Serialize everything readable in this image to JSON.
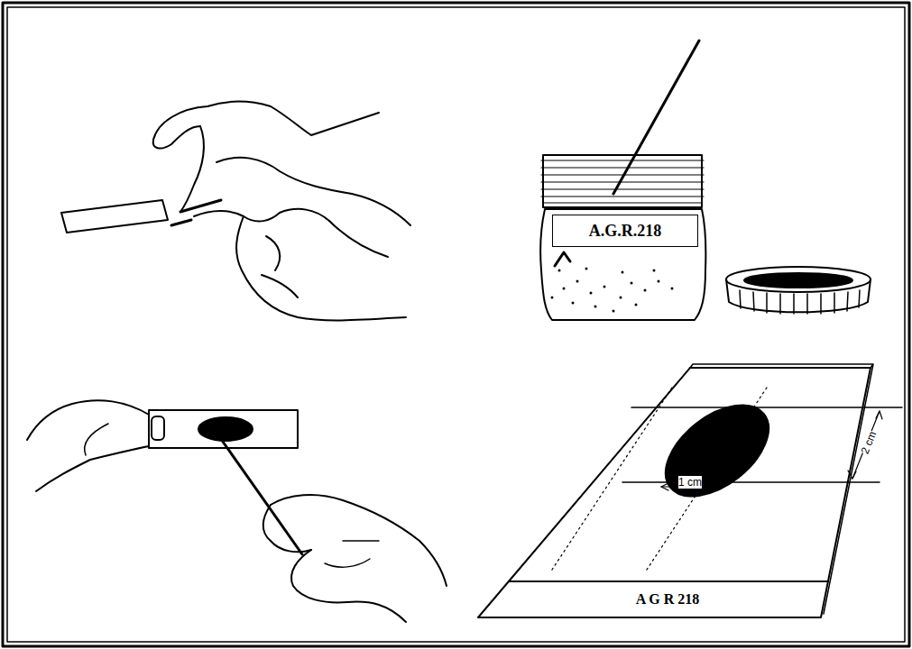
{
  "diagram": {
    "nodes": [
      {
        "text": [
          "A.G.R.218"
        ]
      },
      {
        "text": [
          "A G R 218"
        ]
      }
    ],
    "labels": [
      "2 cm",
      "1 cm"
    ]
  }
}
